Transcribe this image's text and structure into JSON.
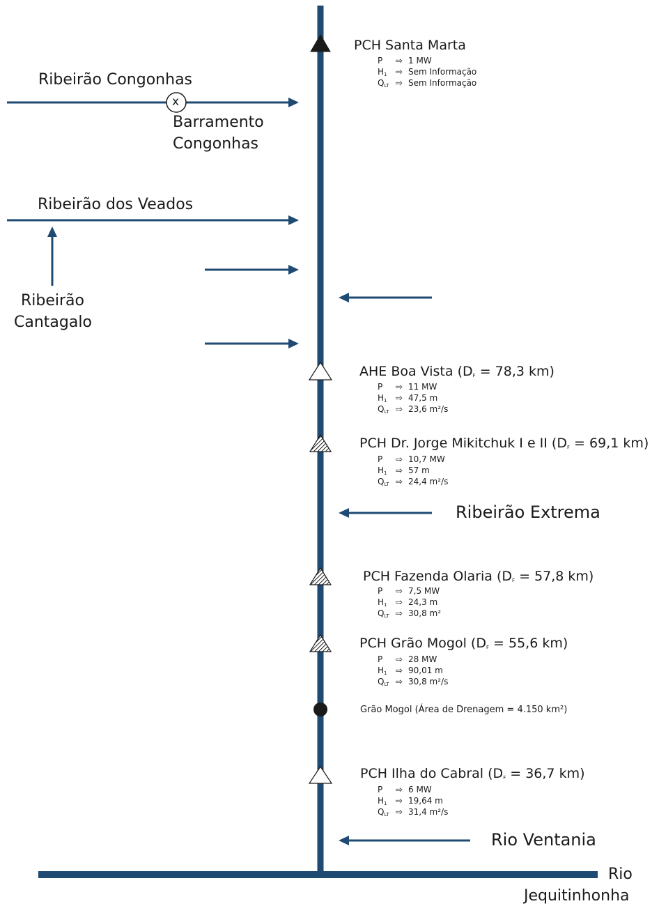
{
  "colors": {
    "river": "#1f4a72",
    "text": "#1a1a1a"
  },
  "arrow_glyph": "⇨",
  "plants": {
    "santa_marta": {
      "name": "PCH Santa Marta",
      "df": "",
      "P": "1 MW",
      "H": "Sem Informação",
      "Q": "Sem Informação",
      "symbol": "filled-triangle"
    },
    "boa_vista": {
      "name": "AHE Boa Vista",
      "df": "78,3 km",
      "P": "11 MW",
      "H": "47,5 m",
      "Q": "23,6 m²/s",
      "symbol": "open-triangle"
    },
    "mikitchuk": {
      "name": "PCH Dr. Jorge Mikitchuk I e II",
      "df": "69,1 km",
      "P": "10,7 MW",
      "H": "57 m",
      "Q": "24,4 m²/s",
      "symbol": "hatched-triangle"
    },
    "olaria": {
      "name": "PCH Fazenda Olaria",
      "df": "57,8 km",
      "P": "7,5 MW",
      "H": "24,3 m",
      "Q": "30,8 m²",
      "symbol": "hatched-triangle"
    },
    "grao_mogol": {
      "name": "PCH Grão Mogol",
      "df": "55,6 km",
      "P": "28 MW",
      "H": "90,01 m",
      "Q": "30,8 m²/s",
      "symbol": "hatched-triangle"
    },
    "ilha_cabral": {
      "name": "PCH Ilha do Cabral",
      "df": "36,7 km",
      "P": "6 MW",
      "H": "19,64 m",
      "Q": "31,4 m²/s",
      "symbol": "open-triangle"
    }
  },
  "spec_keys": {
    "P": "P",
    "H": "H",
    "H_sub": "1",
    "Q": "Q",
    "Q_sub": "LT"
  },
  "df_prefix": "D",
  "df_sub": "F",
  "tributaries": {
    "congonhas": "Ribeirão Congonhas",
    "barramento_line1": "Barramento",
    "barramento_line2": "Congonhas",
    "barramento_marker": "x",
    "veados": "Ribeirão dos Veados",
    "cantagalo_line1": "Ribeirão",
    "cantagalo_line2": "Cantagalo",
    "extrema": "Ribeirão Extrema",
    "ventania": "Rio Ventania",
    "jequitinhonha_line1": "Rio",
    "jequitinhonha_line2": "Jequitinhonha"
  },
  "gauge": {
    "station": "Grão Mogol",
    "text": "(Área de Drenagem = 4.150 km²)"
  }
}
